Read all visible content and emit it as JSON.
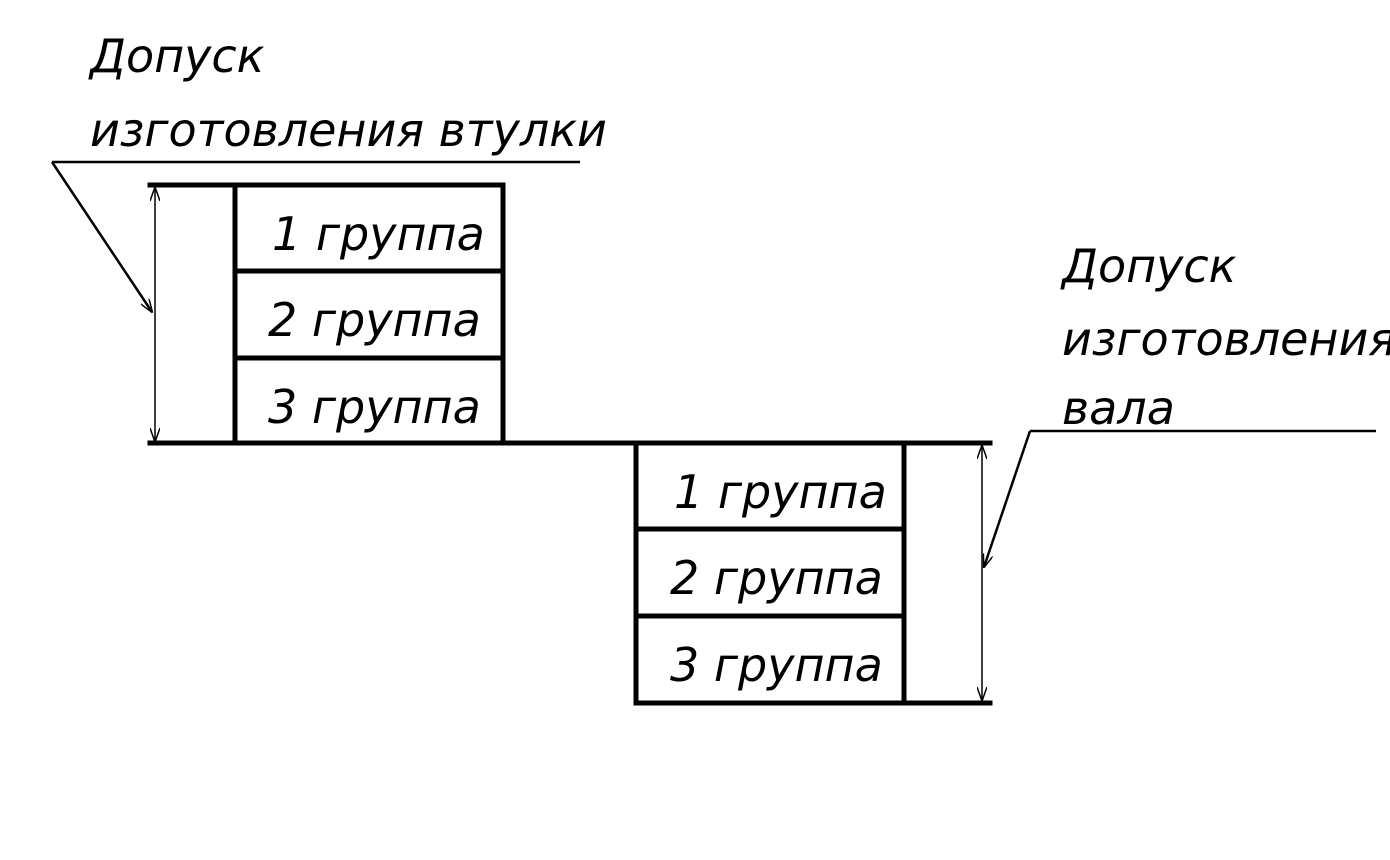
{
  "hole_tolerance": {
    "label_line1": "Допуск",
    "label_line2": "изготовления втулки",
    "groups": [
      "1 группа",
      "2 группа",
      "3 группа"
    ]
  },
  "shaft_tolerance": {
    "label_line1": "Допуск",
    "label_line2": "изготовления",
    "label_line3": "вала",
    "groups": [
      "1 группа",
      "2 группа",
      "3 группа"
    ]
  },
  "colors": {
    "ink": "#000000",
    "paper": "#ffffff"
  }
}
